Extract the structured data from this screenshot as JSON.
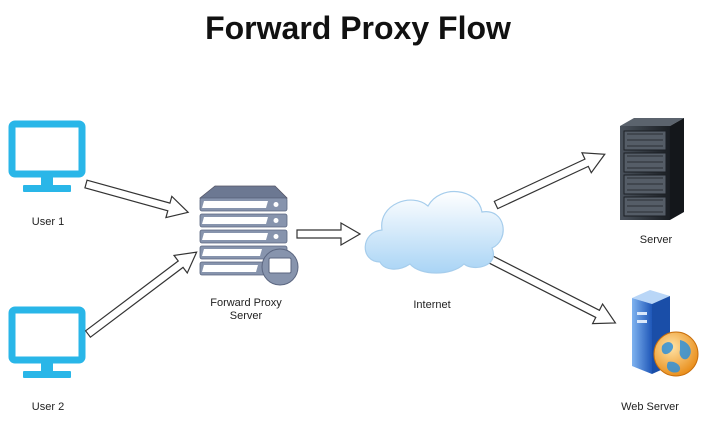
{
  "title": "Forward Proxy Flow",
  "nodes": {
    "user1": {
      "label": "User 1"
    },
    "user2": {
      "label": "User 2"
    },
    "proxy": {
      "label_line1": "Forward Proxy",
      "label_line2": "Server"
    },
    "internet": {
      "label": "Internet"
    },
    "server": {
      "label": "Server"
    },
    "web_server": {
      "label": "Web Server"
    }
  },
  "colors": {
    "monitor": "#29b6e8",
    "cloud": "#bfe0f8",
    "server_rack": "#2a2f36",
    "proxy_server": "#8794ad",
    "web_server": "#2f6fd1",
    "globe": "#f39c28"
  },
  "icons": [
    "monitor-icon",
    "proxy-server-icon",
    "cloud-icon",
    "server-rack-icon",
    "web-server-icon"
  ]
}
